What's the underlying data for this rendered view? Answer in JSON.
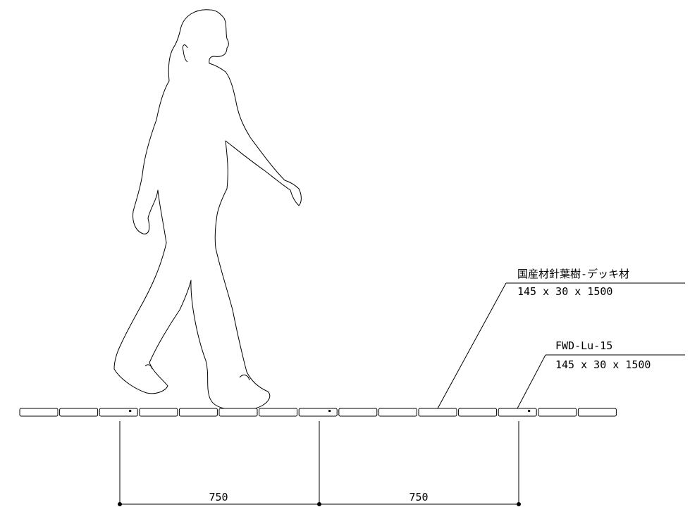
{
  "callouts": [
    {
      "title": "国産材針葉樹-デッキ材",
      "size": "145 x 30 x 1500"
    },
    {
      "title": "FWD-Lu-15",
      "size": "145 x 30 x 1500"
    }
  ],
  "dimensions": [
    "750",
    "750"
  ],
  "deck_board_count": 15,
  "colors": {
    "line": "#000000",
    "background": "#ffffff"
  }
}
